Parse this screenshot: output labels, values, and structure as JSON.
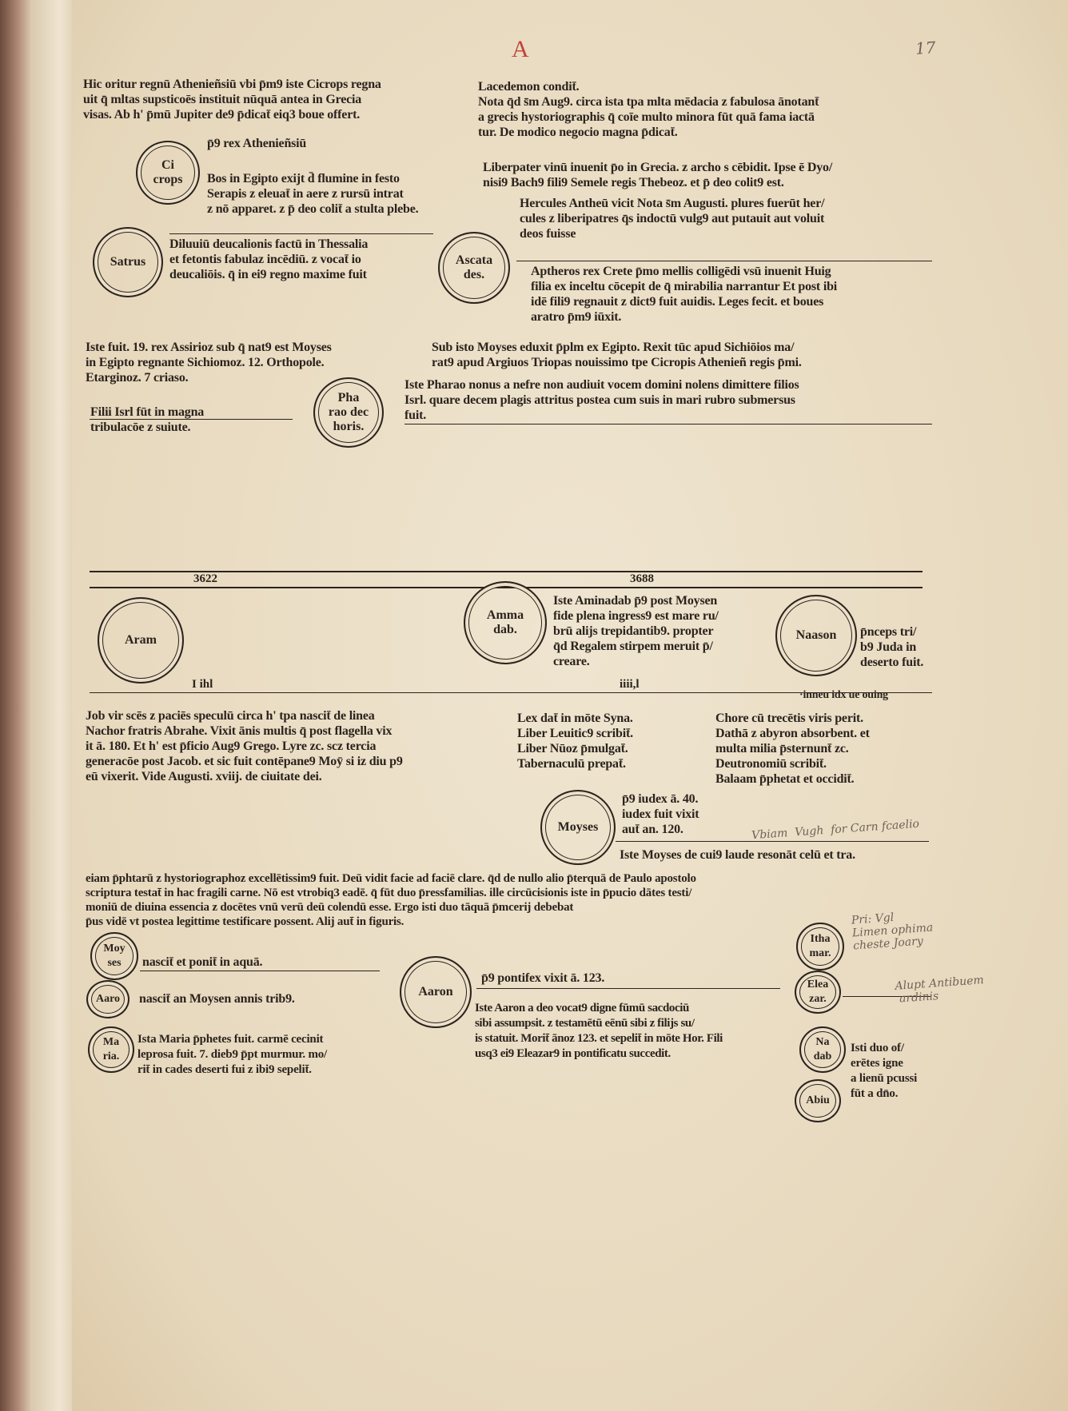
{
  "folio": "17",
  "red_mark": "A",
  "blocks": {
    "b1": "Hic oritur regnū Athenieñsiū vbi p̄m9 iste Cicrops regna\nuit q̄ mltas supsticoēs instituit nūquā antea in Grecia\nvisas. Ab h' p̄mū Jupiter de9 p̄dicat̄ eiq3 boue offert.",
    "b2": "Lacedemon condit̄.\nNota q̄d s̄m Aug9. circa ista tpa mlta mēdacia z fabulosa ānotant̄\na grecis hystoriographis q̄ coīe multo minora fūt quā fama iactā\ntur. De modico negocio magna p̄dicat̄.",
    "b3": "p̄9 rex Athenieñsiū",
    "b4": "Bos in Egipto exijt d̄ flumine in festo\nSerapis z eleuat̄ in aere z rursū intrat\nz nō apparet. z p̄ deo colit̄ a stulta plebe.",
    "b5": "Liberpater vinū inuenit p̄o in Grecia. z archo s cēbidit. Ipse ē Dyo/\nnisi9 Bach9 fili9 Semele regis Thebeoz. et p̄ deo colit9 est.",
    "b6": "Hercules Antheū vicit Nota s̄m Augusti. plures fuerūt her/\ncules z liberipatres q̄s indoctū vulg9 aut putauit aut voluit\ndeos fuisse",
    "b7": "Diluuiū deucalionis factū in Thessalia\net fetontis fabulaz incēdiū. z vocat̄ io\ndeucaliōis. q̄ in ei9 regno maxime fuit",
    "b8": "Aptheros rex Crete p̄mo mellis colligēdi vsū inuenit Huig\nfilia ex inceltu cōcepit de q̄ mirabilia narrantur Et post ibi\nidē fili9 regnauit z dict9 fuit auidis. Leges fecit. et boues\naratro p̄m9 iūxit.",
    "b9": "Iste fuit. 19. rex Assirioz sub q̄ nat9 est Moyses\nin Egipto regnante Sichiomoz. 12. Orthopole.\nEtarginoz. 7 criaso.",
    "b10": "Filii Isrl fūt in magna\ntribulacōe z suiute.",
    "b11": "Sub isto Moyses eduxit p̄plm ex Egipto. Rexit tūc apud Sichiōios ma/\nrat9 apud Argiuos Triopas nouissimo tpe Cicropis Athenieñ regis p̄mi.",
    "b12": "Iste Pharao nonus a nefre non audiuit vocem domini nolens dimittere filios\nIsrl. quare decem plagis attritus postea cum suis in mari rubro submersus\nfuit.",
    "b13": "Iste Aminadab p̄9 post Moysen\nfide plena ingress9 est mare ru/\nbrū alijs trepidantib9. propter\nq̄d Regalem stirpem meruit p̄/\ncreare.",
    "b14": "p̄nceps tri/\nb9 Juda in\ndeserto fuit.",
    "b15": "Job vir scēs z paciēs speculū circa h' tpa nascit̄ de linea\nNachor fratris Abrahe. Vixit ānis multis q̄ post flagella vix\nit ā. 180. Et h' est p̄ficio Aug9 Grego. Lyre zc. scz tercia\ngeneracōe post Jacob. et sic fuit contēpane9 Moȳ si iz diu p9\neū vixerit. Vide Augusti. xviij. de ciuitate dei.",
    "b16": "Lex dat̄ in mōte Syna.\nLiber Leuitic9 scribit̄.\nLiber Nūoz p̄mulgat̄.\nTabernaculū prepat̄.",
    "b17": "Chore cū trecētis viris perit.\nDathā z abyron absorbent. et\nmulta milia p̄sternunt̄ zc.\nDeutronomiū scribit̄.\nBalaam p̄phetat et occidit̄.",
    "b18": "p̄9 iudex ā. 40.\niudex fuit vixit\naut̄ an. 120.",
    "b19": "Iste Moyses de cui9 laude resonāt celū et tra.",
    "b20": "eiam p̄phtarū z hystoriographoz excellētissim9 fuit. Deū vidit facie ad faciē clare. q̄d de nullo alio p̄terquā de Paulo apostolo\nscriptura testat̄ in hac fragili carne. Nō est vtrobiq3 eadē. q̄ fūt duo p̄ressfamilias. ille circūcisionis iste in p̄pucio dātes testi/\nmoniū de diuina essencia z docētes vnū verū deū colendū esse. Ergo isti duo tāquā p̄mcerij debebat\np̄us vidē vt postea legittime testificare possent. Alij aut̄ in figuris.",
    "b21": "nascit̄ et ponit̄ in aquā.",
    "b22": "nascit̄ an Moysen annis trib9.",
    "b23": "p̄9 pontifex vixit ā. 123.",
    "b24": "Iste Aaron a deo vocat9 digne fūmū sacdociū\nsibi assumpsit. z testamētū eēnū sibi z filijs su/\nis statuit. Morit̄ ānoz 123. et sepelit̄ in mōte Hor. Fili\nusq3 ei9 Eleazar9 in pontificatu succedit.",
    "b25": "Ista Maria p̄phetes fuit. carmē cecinit\nleprosa fuit. 7. dieb9 p̄pt murmur. mo/\nrit̄ in cades deserti fui z ibi9 sepelit̄.",
    "b26": "Isti duo of/\nerētes igne\na lienū pcussi\nfūt a dn̄o.",
    "b27": "·inneu idx ue ouing"
  },
  "circles": {
    "cicrops": "Ci\ncrops",
    "satrus": "Satrus",
    "ascatades": "Ascata\ndes.",
    "pharao": "Pha\nrao dec\nhoris.",
    "aram": "Aram",
    "amminadab": "Amma\ndab.",
    "naason": "Naason",
    "moyses": "Moyses",
    "moyses_small": "Moy\nses",
    "aaron_small": "Aaro",
    "aaron": "Aaron",
    "maria": "Ma\nria.",
    "ithamar": "Itha\nmar.",
    "eleazar": "Elea\nzar.",
    "nadab": "Na\ndab",
    "abiu": "Abiu"
  },
  "years": {
    "y1": "3622",
    "y2": "3688",
    "m1": "I  ihl",
    "m2": "iiii,l"
  },
  "marginalia": {
    "m1": "Vbiam  Vugh  for Carn fcaelio",
    "m2": "Pri: Vgl\nLimen ophima\ncheste Joary",
    "m3": "Alupt Antibuem\n ardinis"
  }
}
